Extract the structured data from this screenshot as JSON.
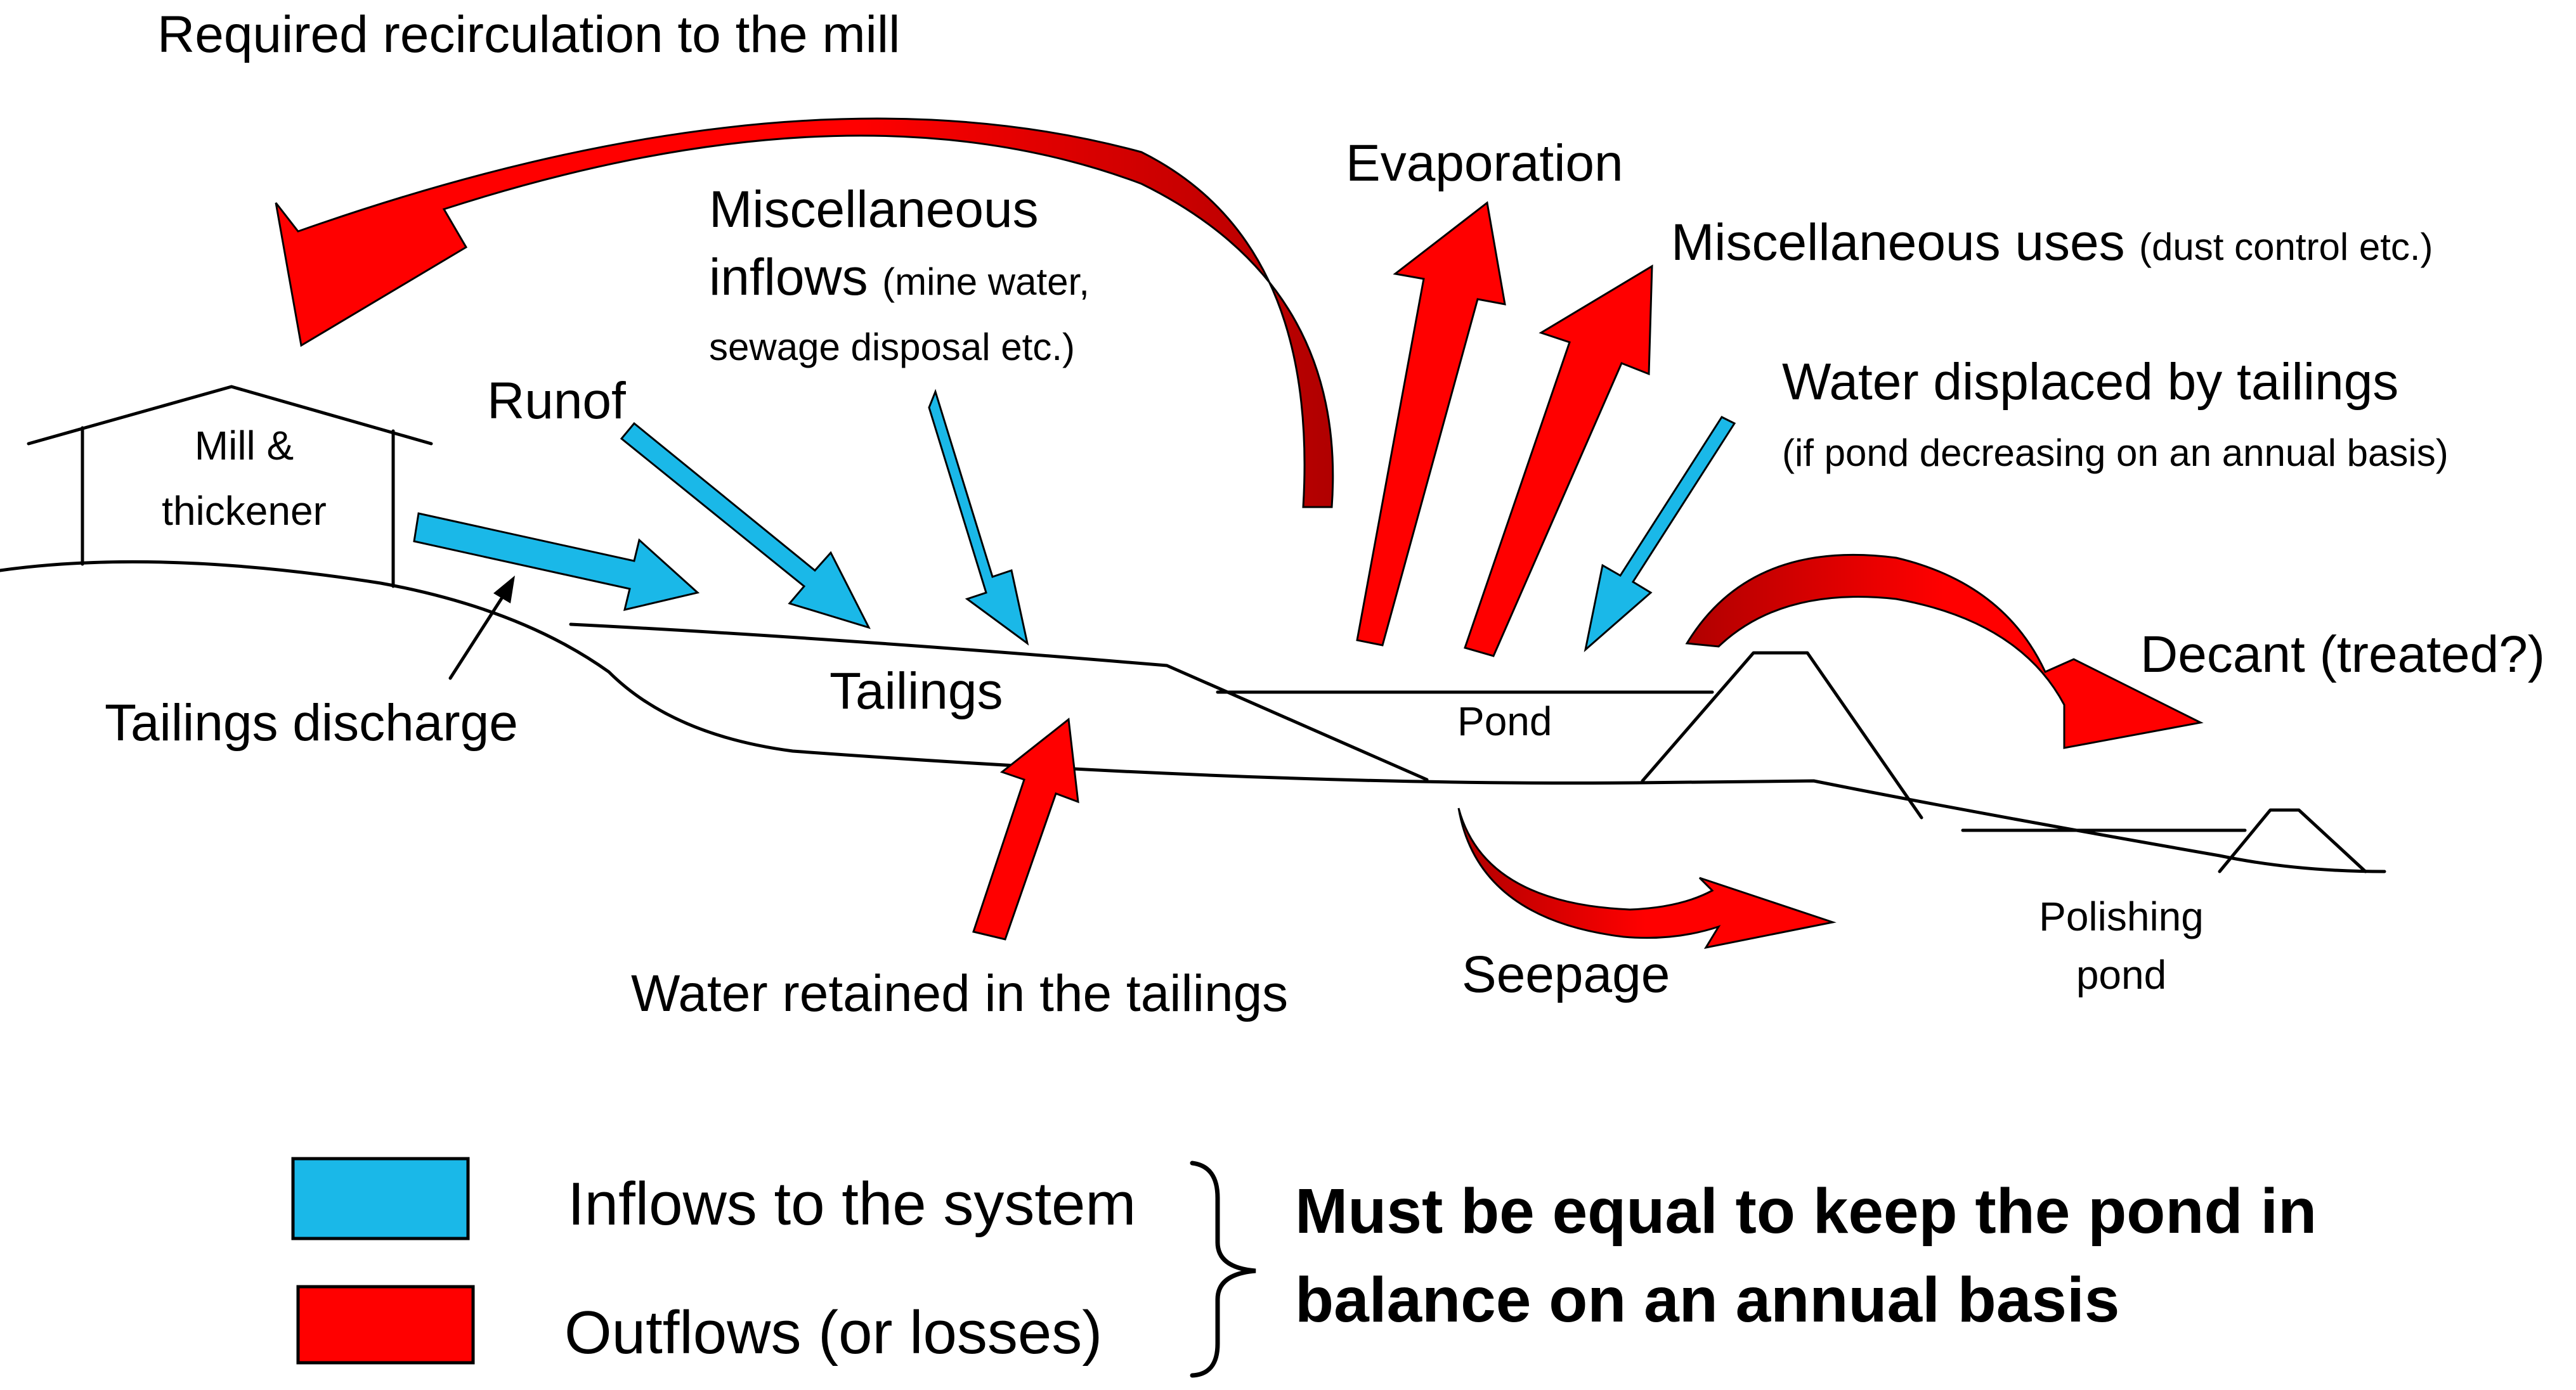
{
  "colors": {
    "inflow": "#1ab8e8",
    "outflow": "#ff0000",
    "outflow_dark": "#c00000",
    "line": "#000000"
  },
  "labels": {
    "recirculation": "Required recirculation to the mill",
    "mill_line1": "Mill &",
    "mill_line2": "thickener",
    "runoff": "Runof",
    "misc_inflows_line1": "Miscellaneous",
    "misc_inflows_line2_main": "inflows",
    "misc_inflows_line2_note": "(mine water,",
    "misc_inflows_line3": "sewage disposal etc.)",
    "evaporation": "Evaporation",
    "misc_uses_main": "Miscellaneous uses",
    "misc_uses_note": "(dust control etc.)",
    "water_displaced": "Water displaced by tailings",
    "water_displaced_note": "(if pond decreasing on an  annual  basis)",
    "decant": "Decant (treated?)",
    "tailings": "Tailings",
    "pond": "Pond",
    "tailings_discharge": "Tailings discharge",
    "water_retained": "Water retained in the tailings",
    "seepage": "Seepage",
    "polishing_line1": "Polishing",
    "polishing_line2": "pond"
  },
  "legend": {
    "inflows": "Inflows to the system",
    "outflows": "Outflows (or losses)",
    "balance_line1": "Must be equal to keep the pond in",
    "balance_line2": "balance on an annual basis"
  },
  "arrows": [
    {
      "name": "recirculation-arrow",
      "type": "outflow"
    },
    {
      "name": "runoff-from-mill-arrow",
      "type": "inflow"
    },
    {
      "name": "runoff-arrow",
      "type": "inflow"
    },
    {
      "name": "misc-inflows-arrow",
      "type": "inflow"
    },
    {
      "name": "evaporation-arrow",
      "type": "outflow"
    },
    {
      "name": "misc-uses-arrow",
      "type": "outflow"
    },
    {
      "name": "water-displaced-arrow",
      "type": "inflow"
    },
    {
      "name": "decant-arrow",
      "type": "outflow"
    },
    {
      "name": "water-retained-arrow",
      "type": "outflow"
    },
    {
      "name": "seepage-arrow",
      "type": "outflow"
    }
  ]
}
